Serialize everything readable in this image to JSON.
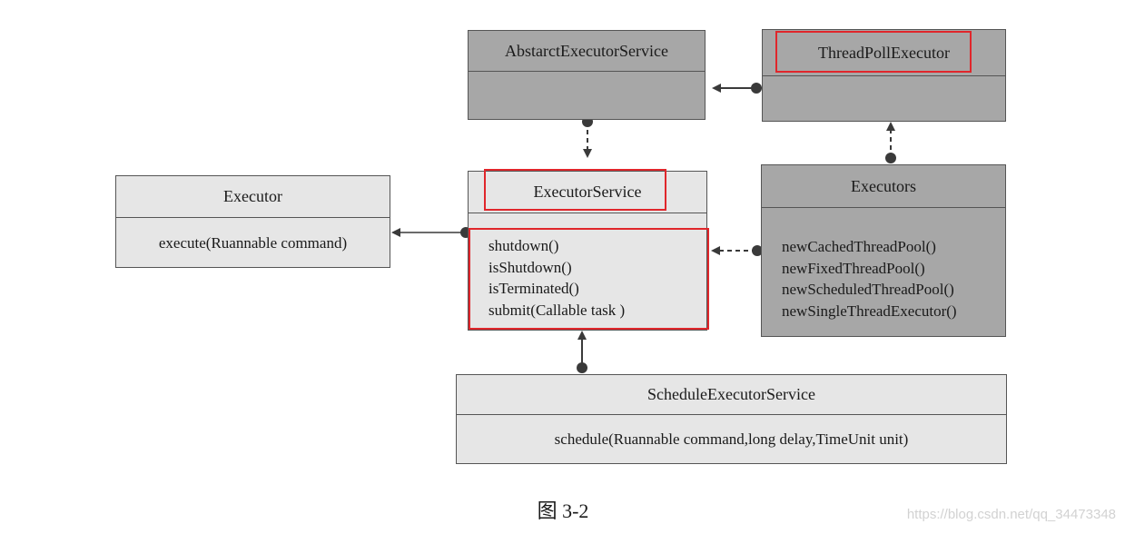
{
  "diagram": {
    "abstract_executor_service": {
      "title": "AbstarctExecutorService"
    },
    "thread_pool_executor": {
      "title": "ThreadPollExecutor"
    },
    "executor": {
      "title": "Executor",
      "method": "execute(Ruannable command)"
    },
    "executor_service": {
      "title": "ExecutorService",
      "methods": [
        "shutdown()",
        "isShutdown()",
        "isTerminated()",
        "submit(Callable task )"
      ]
    },
    "executors": {
      "title": "Executors",
      "methods": [
        "newCachedThreadPool()",
        "newFixedThreadPool()",
        "newScheduledThreadPool()",
        "newSingleThreadExecutor()"
      ]
    },
    "schedule_executor_service": {
      "title": "ScheduleExecutorService",
      "method": "schedule(Ruannable command,long delay,TimeUnit unit)"
    }
  },
  "caption": "图 3-2",
  "watermark": "https://blog.csdn.net/qq_34473348",
  "colors": {
    "light_box": "#e6e6e6",
    "dark_box": "#a7a7a7",
    "highlight": "#e0262b",
    "line": "#444444"
  }
}
